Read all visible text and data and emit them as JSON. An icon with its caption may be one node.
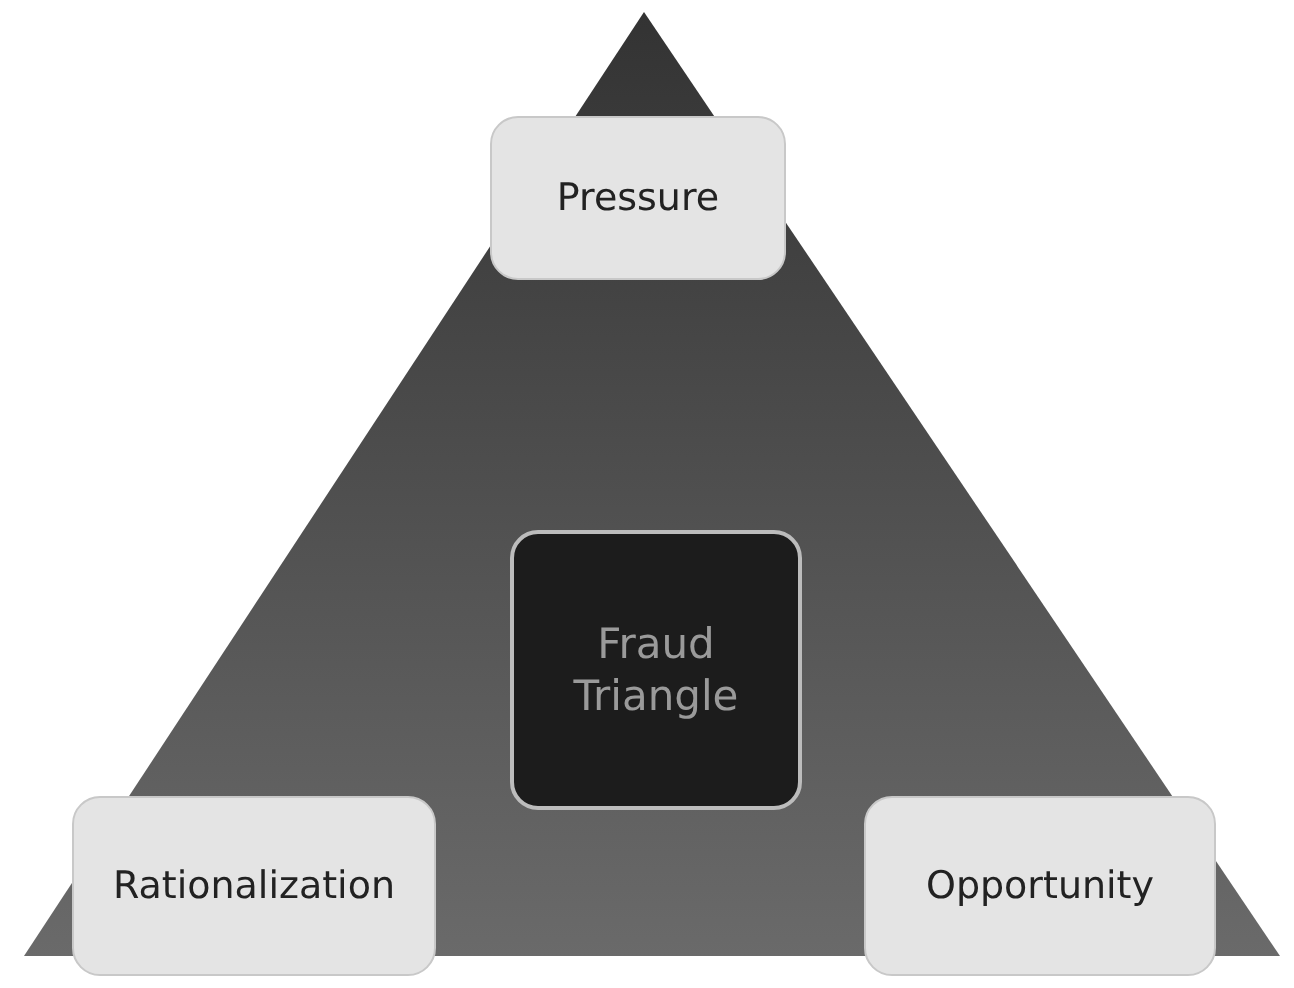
{
  "diagram": {
    "nodes": [
      {
        "text": [
          "Pressure"
        ]
      },
      {
        "text": [
          "Fraud Triangle"
        ]
      },
      {
        "text": [
          "Rationalization"
        ]
      },
      {
        "text": [
          "Opportunity"
        ]
      }
    ],
    "edges": []
  }
}
